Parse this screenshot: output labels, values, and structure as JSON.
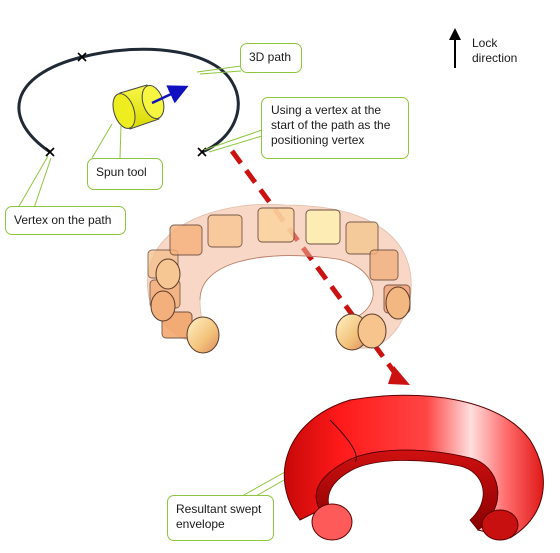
{
  "callouts": {
    "path_3d": "3D path",
    "spun_tool": "Spun tool",
    "vertex_on_path": "Vertex on the path",
    "positioning_vertex": "Using a vertex at the start of the path as the positioning vertex",
    "resultant_envelope": "Resultant swept envelope"
  },
  "lock_direction": {
    "line1": "Lock",
    "line2": "direction"
  },
  "colors": {
    "callout_border": "#8dc63f",
    "path": "#1f2a36",
    "tool_fill": "#f2f21a",
    "direction_arrow": "#1010c0",
    "dashed_arrow": "#cc1111",
    "envelope": "#e01010"
  }
}
